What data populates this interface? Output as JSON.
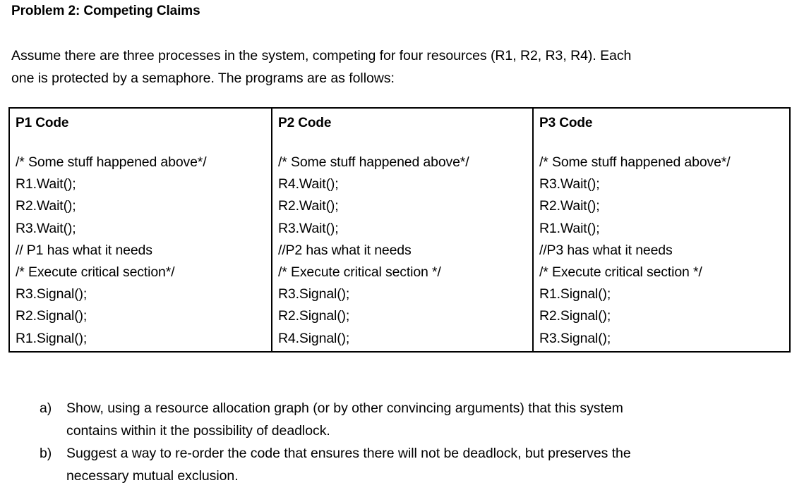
{
  "document": {
    "title": "Problem 2: Competing Claims",
    "intro_lines": [
      "Assume there are three processes in the system, competing for four resources (R1, R2, R3, R4).  Each",
      "one is protected by a semaphore.  The programs are as follows:"
    ]
  },
  "code_table": {
    "columns": [
      {
        "header": "P1 Code",
        "lines": [
          "/* Some stuff happened above*/",
          "R1.Wait();",
          "R2.Wait();",
          "R3.Wait();",
          "// P1 has what it needs",
          "/* Execute critical section*/",
          "R3.Signal();",
          "R2.Signal();",
          "R1.Signal();"
        ]
      },
      {
        "header": "P2 Code",
        "lines": [
          "/* Some stuff happened above*/",
          "R4.Wait();",
          "R2.Wait();",
          "R3.Wait();",
          "//P2 has what it needs",
          "/* Execute critical section */",
          "R3.Signal();",
          "R2.Signal();",
          "R4.Signal();"
        ]
      },
      {
        "header": "P3 Code",
        "lines": [
          "/* Some stuff happened above*/",
          "R3.Wait();",
          "R2.Wait();",
          "R1.Wait();",
          "//P3 has what it needs",
          "/* Execute critical section */",
          "R1.Signal();",
          "R2.Signal();",
          "R3.Signal();"
        ]
      }
    ]
  },
  "questions": [
    {
      "marker": "a)",
      "lines": [
        "Show, using a resource allocation graph (or by other convincing arguments) that this system",
        "contains within it the possibility of deadlock."
      ]
    },
    {
      "marker": "b)",
      "lines": [
        "Suggest a way to re-order the code that ensures there will not be deadlock, but preserves the",
        "necessary mutual exclusion."
      ]
    }
  ]
}
